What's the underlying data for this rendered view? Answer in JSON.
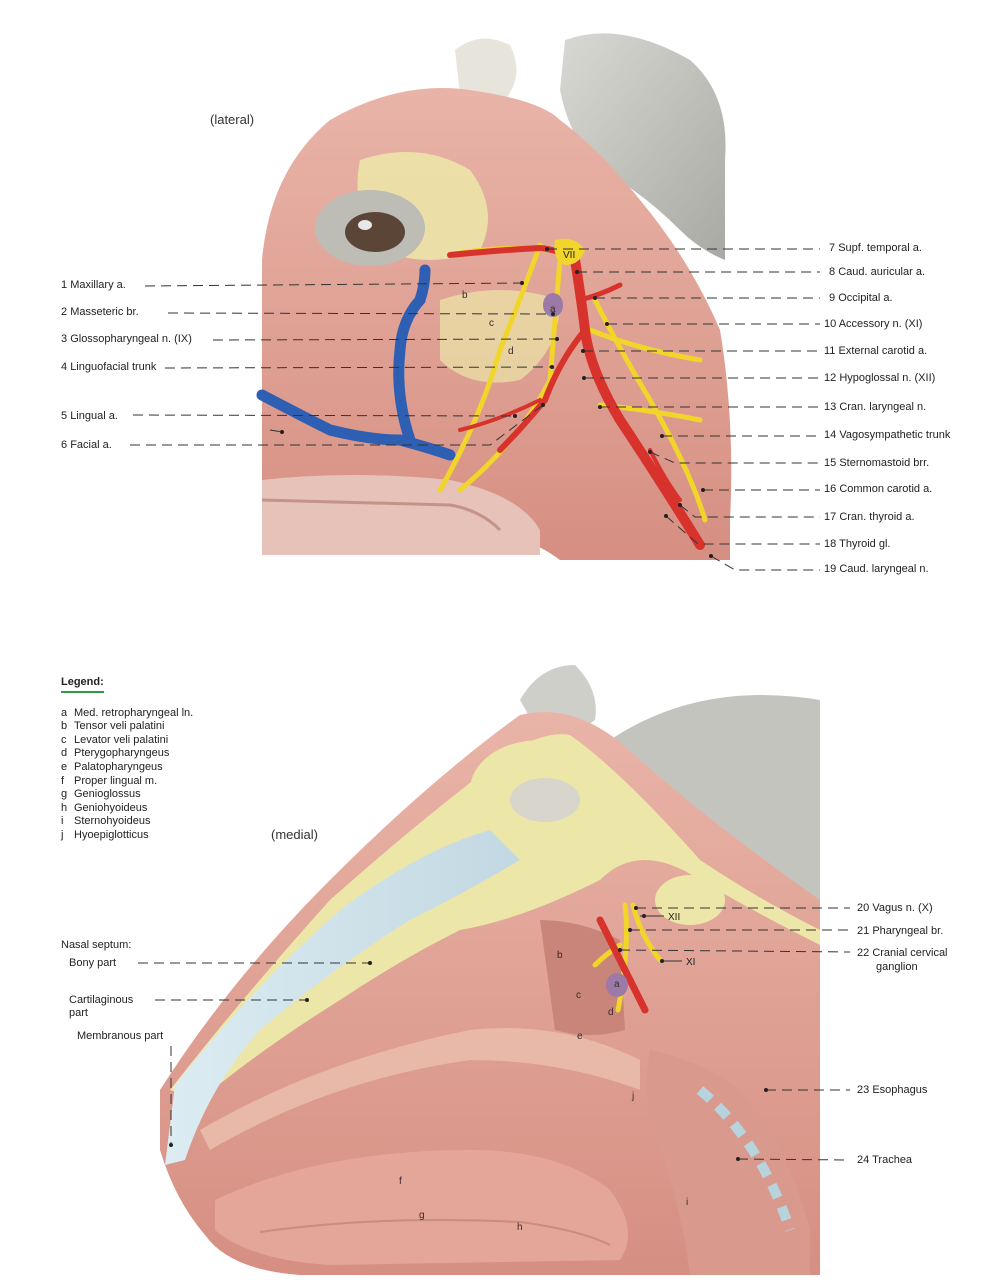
{
  "views": {
    "lateral": "(lateral)",
    "medial": "(medial)"
  },
  "lateral_labels_left": [
    {
      "num": "1",
      "text": "Maxillary a."
    },
    {
      "num": "2",
      "text": "Masseteric br."
    },
    {
      "num": "3",
      "text": "Glossopharyngeal n. (IX)"
    },
    {
      "num": "4",
      "text": "Linguofacial trunk"
    },
    {
      "num": "5",
      "text": "Lingual a."
    },
    {
      "num": "6",
      "text": "Facial a."
    }
  ],
  "lateral_labels_right": [
    {
      "num": "7",
      "text": "Supf. temporal a."
    },
    {
      "num": "8",
      "text": "Caud. auricular a."
    },
    {
      "num": "9",
      "text": "Occipital a."
    },
    {
      "num": "10",
      "text": "Accessory n. (XI)"
    },
    {
      "num": "11",
      "text": "External carotid a."
    },
    {
      "num": "12",
      "text": "Hypoglossal n. (XII)"
    },
    {
      "num": "13",
      "text": "Cran. laryngeal n."
    },
    {
      "num": "14",
      "text": "Vagosympathetic trunk"
    },
    {
      "num": "15",
      "text": "Sternomastoid brr."
    },
    {
      "num": "16",
      "text": "Common carotid a."
    },
    {
      "num": "17",
      "text": "Cran. thyroid a."
    },
    {
      "num": "18",
      "text": "Thyroid gl."
    },
    {
      "num": "19",
      "text": "Caud. laryngeal n."
    }
  ],
  "lateral_inline": {
    "vii": "VII",
    "a": "a",
    "b": "b",
    "c": "c",
    "d": "d"
  },
  "legend": {
    "title": "Legend:",
    "items": [
      {
        "key": "a",
        "text": "Med. retropharyngeal ln."
      },
      {
        "key": "b",
        "text": "Tensor veli palatini"
      },
      {
        "key": "c",
        "text": "Levator veli palatini"
      },
      {
        "key": "d",
        "text": "Pterygopharyngeus"
      },
      {
        "key": "e",
        "text": "Palatopharyngeus"
      },
      {
        "key": "f",
        "text": "Proper lingual m."
      },
      {
        "key": "g",
        "text": "Genioglossus"
      },
      {
        "key": "h",
        "text": "Geniohyoideus"
      },
      {
        "key": "i",
        "text": "Sternohyoideus"
      },
      {
        "key": "j",
        "text": "Hyoepiglotticus"
      }
    ]
  },
  "septum": {
    "title": "Nasal septum:",
    "bony": "Bony part",
    "cart1": "Cartilaginous",
    "cart2": "part",
    "membranous": "Membranous part"
  },
  "medial_labels_right": [
    {
      "num": "20",
      "text": "Vagus n. (X)"
    },
    {
      "num": "21",
      "text": "Pharyngeal br."
    },
    {
      "num": "22",
      "text": "Cranial cervical",
      "text2": "ganglion"
    },
    {
      "num": "23",
      "text": "Esophagus"
    },
    {
      "num": "24",
      "text": "Trachea"
    }
  ],
  "medial_inline": {
    "xii": "XII",
    "xi": "XI",
    "a": "a",
    "b": "b",
    "c": "c",
    "d": "d",
    "e": "e",
    "f": "f",
    "g": "g",
    "h": "h",
    "i": "i",
    "j": "j"
  },
  "colors": {
    "artery": "#d8322c",
    "nerve": "#f1d52a",
    "vein": "#2e5fb2",
    "muscle": "#e3a79b",
    "fascia": "#ece7a8",
    "skin": "#c9c9c4",
    "septum": "#cfe3ec"
  }
}
